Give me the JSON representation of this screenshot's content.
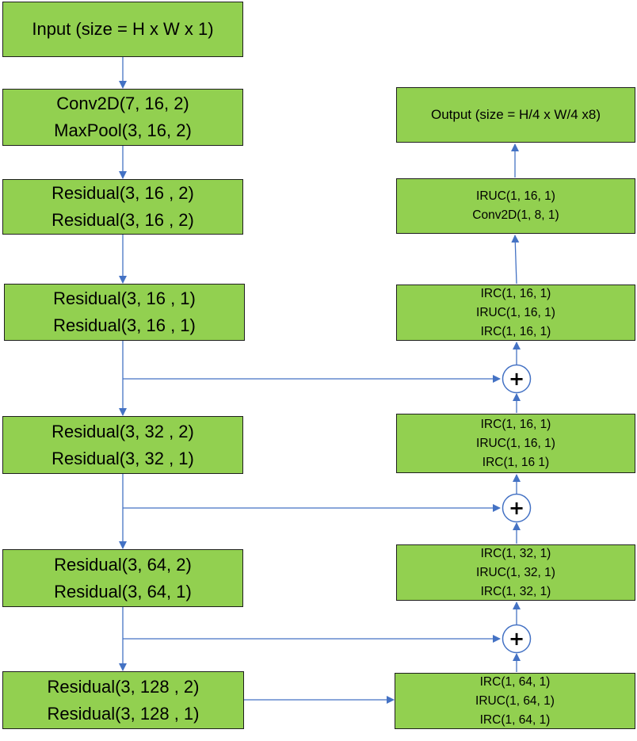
{
  "encoder": {
    "input": [
      "Input (size = H x W x 1)"
    ],
    "stem": [
      "Conv2D(7, 16, 2)",
      "MaxPool(3, 16, 2)"
    ],
    "block1": [
      "Residual(3, 16 , 2)",
      "Residual(3, 16 , 2)"
    ],
    "block2": [
      "Residual(3, 16 , 1)",
      "Residual(3, 16 , 1)"
    ],
    "block3": [
      "Residual(3, 32 , 2)",
      "Residual(3, 32 , 1)"
    ],
    "block4": [
      "Residual(3, 64, 2)",
      "Residual(3, 64, 1)"
    ],
    "block5": [
      "Residual(3, 128 , 2)",
      "Residual(3, 128 , 1)"
    ]
  },
  "decoder": {
    "output": [
      "Output (size = H/4 x W/4 x8)"
    ],
    "head": [
      "IRUC(1, 16, 1)",
      "Conv2D(1, 8, 1)"
    ],
    "stage4": [
      "IRC(1, 16, 1)",
      "IRUC(1, 16, 1)",
      "IRC(1, 16, 1)"
    ],
    "stage3": [
      "IRC(1, 16, 1)",
      "IRUC(1, 16, 1)",
      "IRC(1, 16 1)"
    ],
    "stage2": [
      "IRC(1, 32, 1)",
      "IRUC(1, 32, 1)",
      "IRC(1, 32, 1)"
    ],
    "stage1": [
      "IRC(1, 64, 1)",
      "IRUC(1, 64, 1)",
      "IRC(1, 64, 1)"
    ]
  },
  "add_symbol": "+",
  "colors": {
    "box_fill": "#92d050",
    "arrow": "#4472c4",
    "border": "#1f1f1f"
  }
}
